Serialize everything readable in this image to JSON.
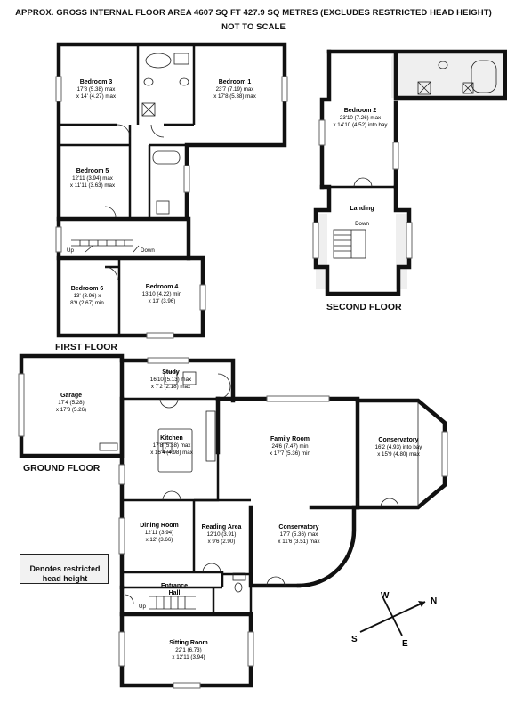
{
  "header": {
    "line1": "APPROX. GROSS INTERNAL FLOOR AREA 4607 SQ FT 427.9 SQ METRES (EXCLUDES RESTRICTED HEAD HEIGHT)",
    "line2": "NOT TO SCALE"
  },
  "floors": {
    "first": "FIRST FLOOR",
    "second": "SECOND FLOOR",
    "ground": "GROUND FLOOR"
  },
  "legend": {
    "line1": "Denotes restricted",
    "line2": "head height"
  },
  "compass": {
    "n": "N",
    "e": "E",
    "s": "S",
    "w": "W"
  },
  "labels": {
    "up": "Up",
    "down": "Down"
  },
  "rooms": {
    "bedroom3": {
      "name": "Bedroom 3",
      "d1": "17'8 (5.38) max",
      "d2": "x 14' (4.27) max"
    },
    "bedroom1": {
      "name": "Bedroom 1",
      "d1": "23'7 (7.19) max",
      "d2": "x 17'8 (5.38) max"
    },
    "bedroom5": {
      "name": "Bedroom 5",
      "d1": "12'11 (3.94) max",
      "d2": "x 11'11 (3.63) max"
    },
    "bedroom6": {
      "name": "Bedroom 6",
      "d1": "13' (3.96) x",
      "d2": "8'9 (2.67) min"
    },
    "bedroom4": {
      "name": "Bedroom 4",
      "d1": "13'10 (4.22) min",
      "d2": "x 13' (3.96)"
    },
    "bedroom2": {
      "name": "Bedroom 2",
      "d1": "23'10 (7.26) max",
      "d2": "x 14'10 (4.52) into bay"
    },
    "landing": {
      "name": "Landing"
    },
    "study": {
      "name": "Study",
      "d1": "16'10 (5.13) max",
      "d2": "x 7'2 (2.18) max"
    },
    "garage": {
      "name": "Garage",
      "d1": "17'4 (5.28)",
      "d2": "x 17'3 (5.26)"
    },
    "kitchen": {
      "name": "Kitchen",
      "d1": "17'8 (5.38) max",
      "d2": "x 16'4 (4.98) max"
    },
    "family": {
      "name": "Family Room",
      "d1": "24'6 (7.47) min",
      "d2": "x 17'7 (5.36) min"
    },
    "conservatory1": {
      "name": "Conservatory",
      "d1": "16'2 (4.93) into bay",
      "d2": "x 15'9 (4.80) max"
    },
    "conservatory2": {
      "name": "Conservatory",
      "d1": "17'7 (5.36) max",
      "d2": "x 11'6 (3.51) max"
    },
    "dining": {
      "name": "Dining Room",
      "d1": "12'11 (3.94)",
      "d2": "x 12' (3.66)"
    },
    "reading": {
      "name": "Reading Area",
      "d1": "12'10 (3.91)",
      "d2": "x 9'6 (2.90)"
    },
    "hall": {
      "name": "Entrance",
      "d2": "Hall"
    },
    "sitting": {
      "name": "Sitting Room",
      "d1": "22'1 (6.73)",
      "d2": "x 12'11 (3.94)"
    }
  }
}
